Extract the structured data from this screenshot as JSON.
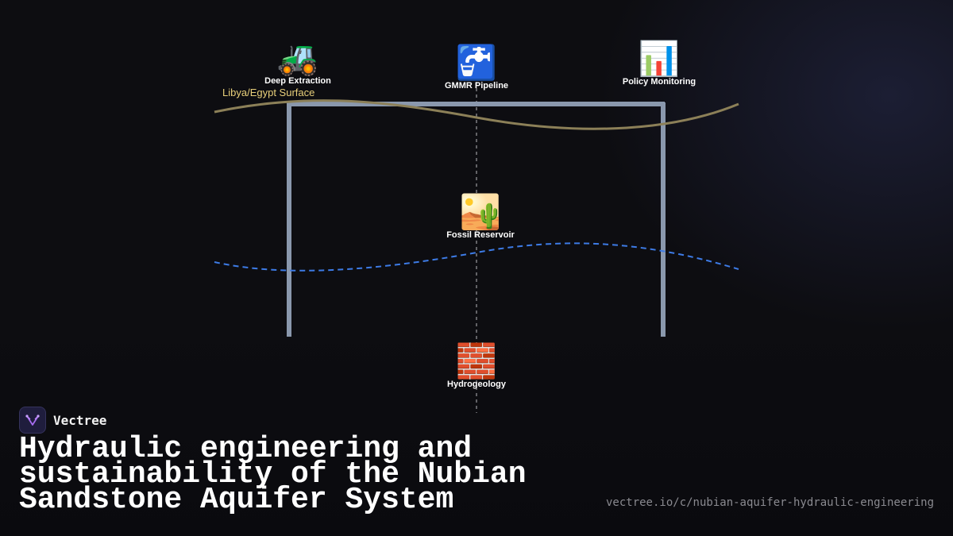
{
  "diagram": {
    "surface_label": "Libya/Egypt Surface",
    "nodes": [
      {
        "id": "deep-extraction",
        "emoji": "🚜",
        "label": "Deep Extraction"
      },
      {
        "id": "gmmr-pipeline",
        "emoji": "🚰",
        "label": "GMMR Pipeline"
      },
      {
        "id": "policy-monitoring",
        "emoji": "📊",
        "label": "Policy Monitoring"
      },
      {
        "id": "fossil-reservoir",
        "emoji": "🏜️",
        "label": "Fossil Reservoir"
      },
      {
        "id": "hydrogeology",
        "emoji": "🧱",
        "label": "Hydrogeology"
      }
    ],
    "colors": {
      "surface_curve": "#8c8058",
      "water_table_curve": "#3d7be6",
      "pipeline_frame": "#8a98ad",
      "center_axis": "#9a9aa0",
      "surface_label": "#e8cf7a"
    }
  },
  "brand": {
    "name": "Vectree",
    "logo_icon": "vectree-logo-icon"
  },
  "title": "Hydraulic engineering and sustainability of the Nubian Sandstone Aquifer System",
  "url": "vectree.io/c/nubian-aquifer-hydraulic-engineering"
}
